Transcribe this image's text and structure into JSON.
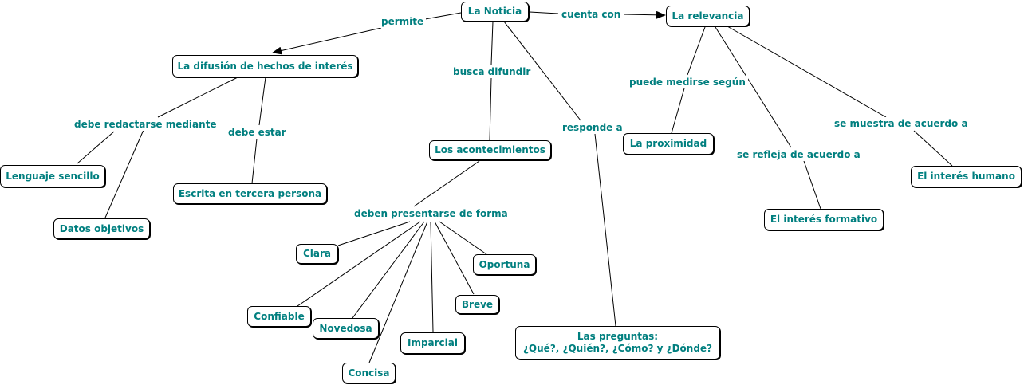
{
  "colors": {
    "text": "#007f7f",
    "line": "#000000",
    "node_border": "#000000",
    "background": "#ffffff"
  },
  "nodes": {
    "la_noticia": "La Noticia",
    "la_relevancia": "La relevancia",
    "la_difusion": "La difusión de hechos de interés",
    "los_acontecimientos": "Los acontecimientos",
    "lenguaje_sencillo": "Lenguaje sencillo",
    "datos_objetivos": "Datos objetivos",
    "escrita_tercera": "Escrita en tercera persona",
    "la_proximidad": "La proximidad",
    "interes_humano": "El interés humano",
    "interes_formativo": "El interés formativo",
    "clara": "Clara",
    "oportuna": "Oportuna",
    "breve": "Breve",
    "confiable": "Confiable",
    "novedosa": "Novedosa",
    "imparcial": "Imparcial",
    "concisa": "Concisa",
    "preguntas_line1": "Las preguntas:",
    "preguntas_line2": "¿Qué?, ¿Quién?, ¿Cómo? y ¿Dónde?"
  },
  "links": {
    "permite": "permite",
    "cuenta_con": "cuenta con",
    "busca_difundir": "busca difundir",
    "responde_a": "responde a",
    "debe_redactarse": "debe redactarse mediante",
    "debe_estar": "debe estar",
    "deben_presentarse": "deben presentarse de forma",
    "puede_medirse": "puede medirse según",
    "se_refleja": "se refleja de acuerdo a",
    "se_muestra": "se muestra de acuerdo a"
  }
}
